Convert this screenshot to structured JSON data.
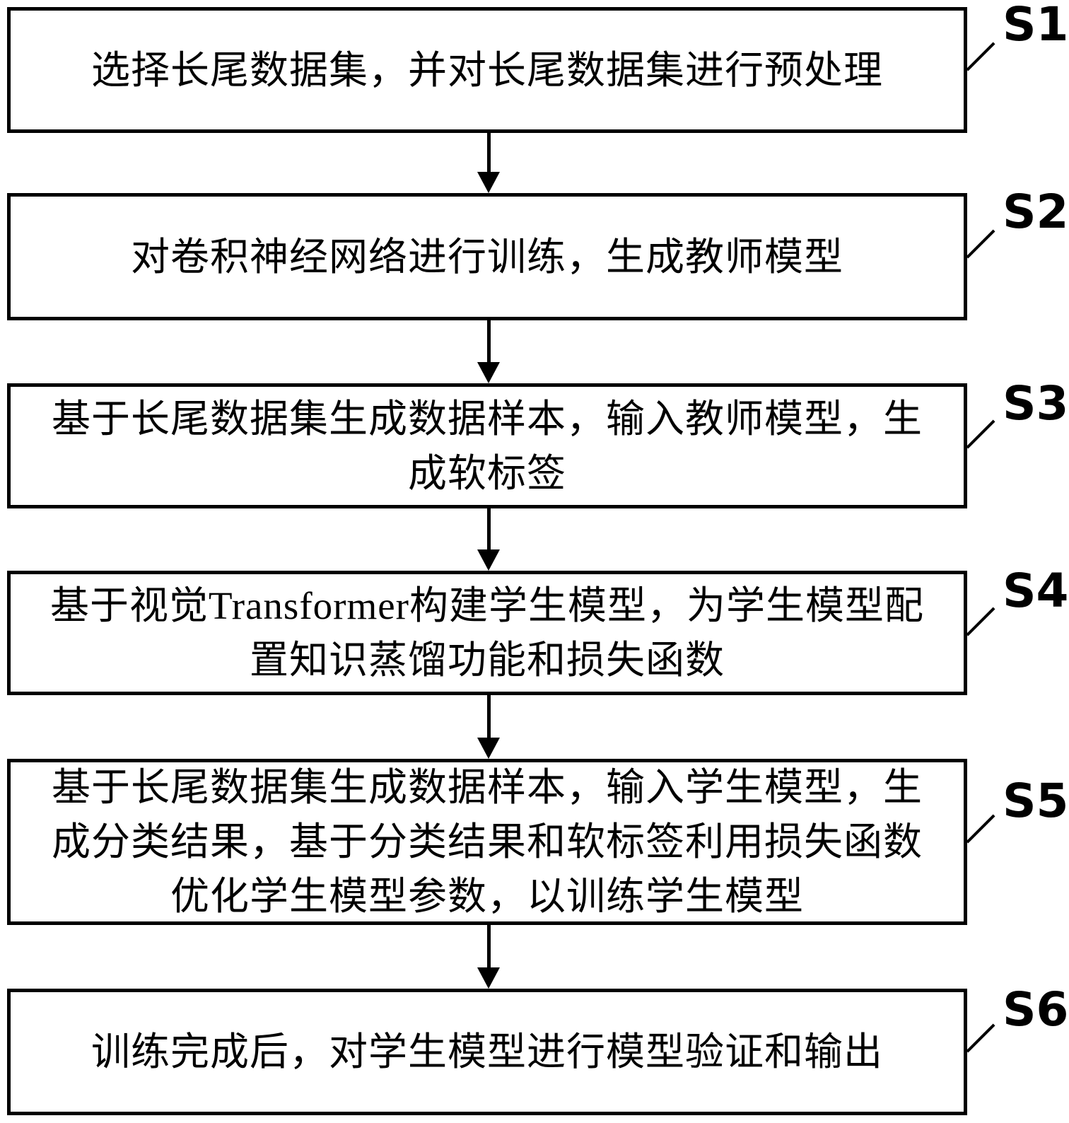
{
  "diagram": {
    "type": "flowchart",
    "direction": "top-down",
    "steps": [
      {
        "id": "S1",
        "lines": [
          "选择长尾数据集，并对长尾数据集进行预处理"
        ]
      },
      {
        "id": "S2",
        "lines": [
          "对卷积神经网络进行训练，生成教师模型"
        ]
      },
      {
        "id": "S3",
        "lines": [
          "基于长尾数据集生成数据样本，输入教师模型，生",
          "成软标签"
        ]
      },
      {
        "id": "S4",
        "lines": [
          "基于视觉Transformer构建学生模型，为学生模型配",
          "置知识蒸馏功能和损失函数"
        ]
      },
      {
        "id": "S5",
        "lines": [
          "基于长尾数据集生成数据样本，输入学生模型，生",
          "成分类结果，基于分类结果和软标签利用损失函数",
          "优化学生模型参数，以训练学生模型"
        ]
      },
      {
        "id": "S6",
        "lines": [
          "训练完成后，对学生模型进行模型验证和输出"
        ]
      }
    ],
    "connections": [
      "S1→S2",
      "S2→S3",
      "S3→S4",
      "S4→S5",
      "S5→S6"
    ],
    "colors": {
      "ink": "#000000",
      "background": "#ffffff"
    }
  }
}
